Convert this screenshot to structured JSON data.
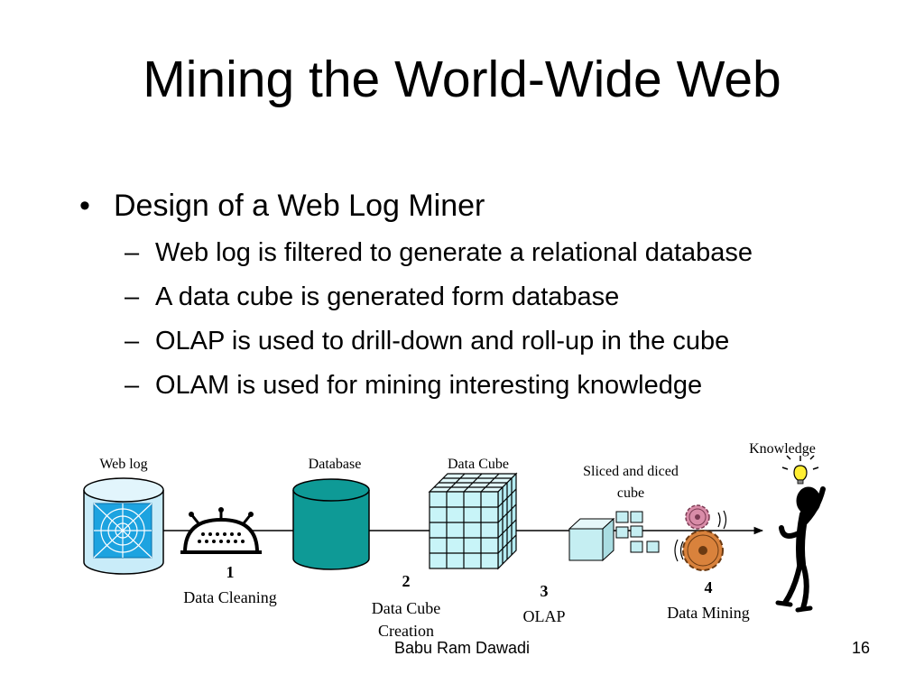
{
  "slide": {
    "title": "Mining the World-Wide Web",
    "bullet": "Design of a Web Log Miner",
    "subbullets": [
      "Web log is filtered to generate a relational database",
      "A data cube is generated form database",
      "OLAP is used to drill-down and roll-up in the cube",
      "OLAM is used for mining interesting knowledge"
    ]
  },
  "diagram": {
    "labels": {
      "web_log": "Web log",
      "database": "Database",
      "data_cube": "Data Cube",
      "sliced_line1": "Sliced and diced",
      "sliced_line2": "cube",
      "knowledge": "Knowledge"
    },
    "steps": [
      {
        "num": "1",
        "name": "Data Cleaning"
      },
      {
        "num": "2",
        "name_line1": "Data Cube",
        "name_line2": "Creation"
      },
      {
        "num": "3",
        "name": "OLAP"
      },
      {
        "num": "4",
        "name": "Data Mining"
      }
    ]
  },
  "footer": {
    "author": "Babu Ram Dawadi",
    "page": "16"
  },
  "colors": {
    "database_fill": "#0e9a96",
    "cube_fill": "#c8f4f8",
    "weblog_fill": "#c9ecf9",
    "gear_fill": "#d9823c",
    "gear_pink": "#d98ca8",
    "bulb": "#ffee33"
  }
}
